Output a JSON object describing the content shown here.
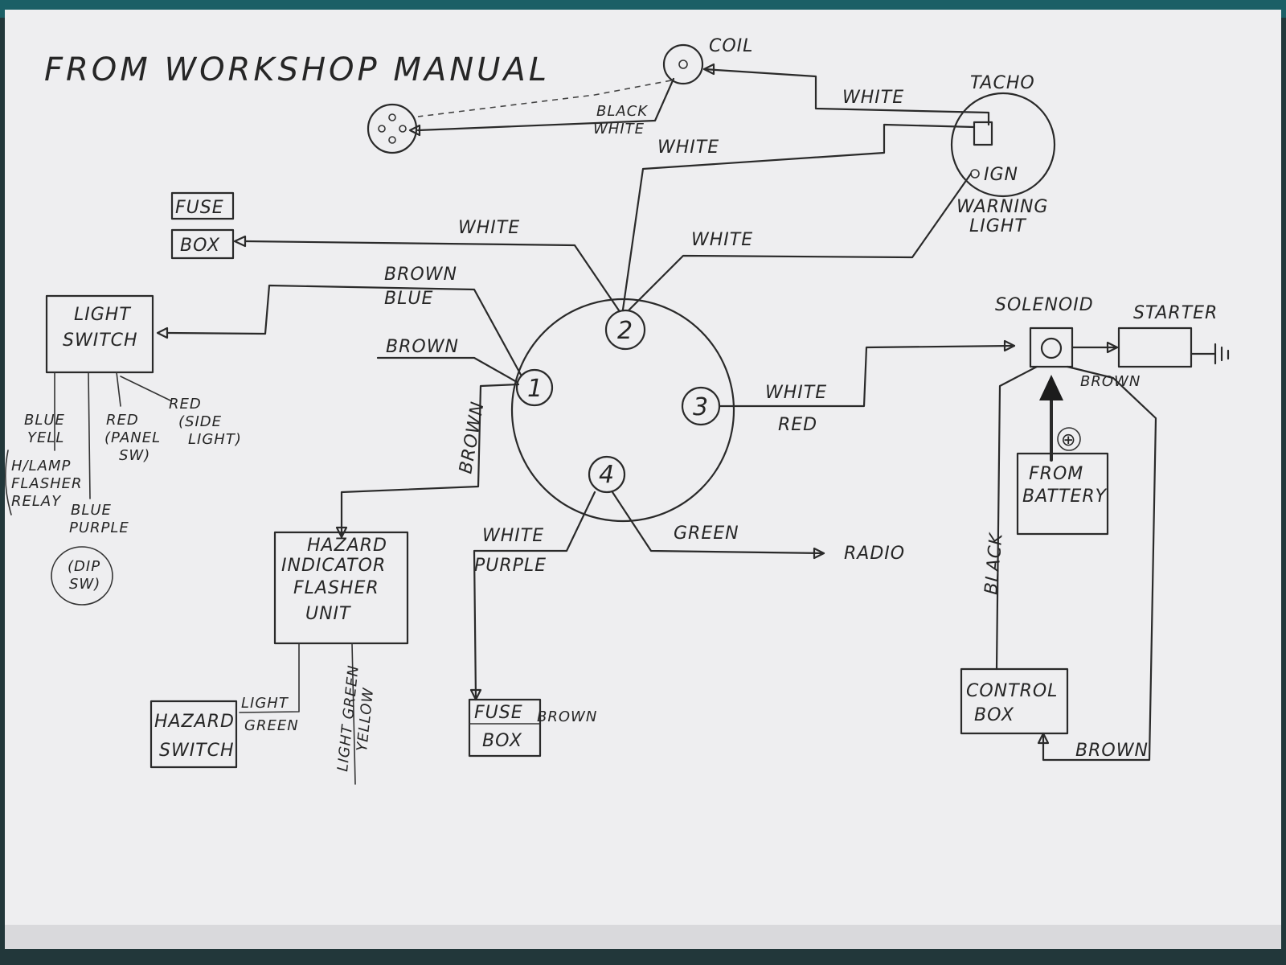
{
  "title": "FROM WORKSHOP MANUAL",
  "components": {
    "coil": "COIL",
    "tacho": "TACHO",
    "ign": "IGN",
    "warning_light": [
      "WARNING",
      "LIGHT"
    ],
    "fuse_box_top": [
      "FUSE",
      "BOX"
    ],
    "light_switch": [
      "LIGHT",
      "SWITCH"
    ],
    "solenoid": "SOLENOID",
    "starter": "STARTER",
    "from_battery": [
      "FROM",
      "BATTERY"
    ],
    "battery_positive": "⊕",
    "hazard_unit": [
      "HAZARD",
      "INDICATOR",
      "FLASHER",
      "UNIT"
    ],
    "radio": "RADIO",
    "hazard_switch": [
      "HAZARD",
      "SWITCH"
    ],
    "fuse_box_bottom": [
      "FUSE",
      "BOX"
    ],
    "control_box": [
      "CONTROL",
      "BOX"
    ]
  },
  "terminals": [
    "1",
    "2",
    "3",
    "4"
  ],
  "wires": {
    "coil_distributor": [
      "BLACK",
      "WHITE"
    ],
    "coil_tacho": "WHITE",
    "t2_tacho": "WHITE",
    "t2_fuse_box": "WHITE",
    "t2_ign": "WHITE",
    "t1_light_switch": [
      "BROWN",
      "BLUE"
    ],
    "t1_brown": "BROWN",
    "t1_hazard_unit": "BROWN",
    "t3_solenoid": [
      "WHITE",
      "RED"
    ],
    "t4_fuse_box": [
      "WHITE",
      "PURPLE"
    ],
    "t4_radio": "GREEN",
    "solenoid_starter": "BROWN",
    "battery_control_box": "BLACK",
    "control_box_return": "BROWN",
    "hazard_switch_wire": [
      "LIGHT",
      "GREEN"
    ],
    "hazard_unit_vertical": [
      "LIGHT GREEN",
      "YELLOW"
    ],
    "fuse_box_bottom_side": "BROWN"
  },
  "light_switch_outputs": {
    "blue_yell": [
      "BLUE",
      "YELL"
    ],
    "h_lamp_flasher_relay": [
      "H/LAMP",
      "FLASHER",
      "RELAY"
    ],
    "red_panel_sw": [
      "RED",
      "(PANEL",
      "SW)"
    ],
    "red_side_light": [
      "RED",
      "(SIDE",
      "LIGHT)"
    ],
    "blue_purple": [
      "BLUE",
      "PURPLE"
    ],
    "dip_sw": [
      "(DIP",
      "SW)"
    ]
  }
}
